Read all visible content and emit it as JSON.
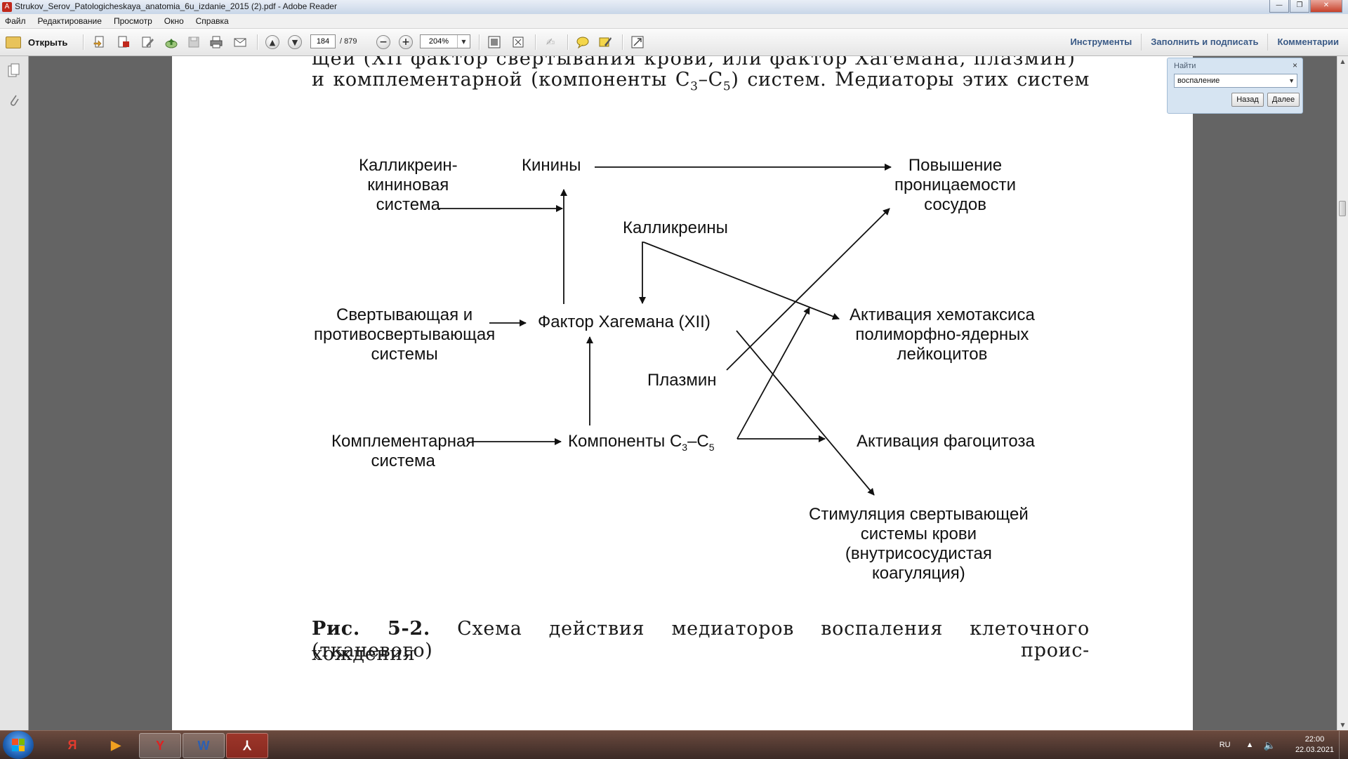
{
  "window": {
    "title": "Strukov_Serov_Patologicheskaya_anatomia_6u_izdanie_2015 (2).pdf - Adobe Reader",
    "minimize": "—",
    "maximize": "❐",
    "close": "✕"
  },
  "menu": [
    "Файл",
    "Редактирование",
    "Просмотр",
    "Окно",
    "Справка"
  ],
  "toolbar": {
    "open_label": "Открыть",
    "page_current": "184",
    "page_total": "/ 879",
    "zoom_value": "204%",
    "tools_label": "Инструменты",
    "fill_sign_label": "Заполнить и подписать",
    "comments_label": "Комментарии"
  },
  "find": {
    "label": "Найти",
    "value": "воспаление",
    "back_label": "Назад",
    "next_label": "Далее",
    "close": "×"
  },
  "document": {
    "line1": "щей (XII фактор свертывания крови, или фактор Хагемана, плазмин)",
    "line2_a": "и комплементарной (компоненты С",
    "line2_sub1": "3",
    "line2_b": "–С",
    "line2_sub2": "5",
    "line2_c": ") систем. Медиаторы этих систем",
    "caption_bold": "Рис. 5-2.",
    "caption_text": " Схема действия медиаторов воспаления клеточного (тканевого) проис-",
    "caption_text2": "хождения"
  },
  "diagram": {
    "kallikrein_system": [
      "Калликреин-",
      "кининовая",
      "система"
    ],
    "kinins": "Кинины",
    "permeability": [
      "Повышение",
      "проницаемости",
      "сосудов"
    ],
    "kallikreins": "Калликреины",
    "coag_system": [
      "Свертывающая и",
      "противосвертывающая",
      "системы"
    ],
    "hageman": "Фактор Хагемана (XII)",
    "chemotaxis": [
      "Активация хемотаксиса",
      "полиморфно-ядерных",
      "лейкоцитов"
    ],
    "plasmin": "Плазмин",
    "complement_system": [
      "Комплементарная",
      "система"
    ],
    "components_a": "Компоненты С",
    "components_sub1": "3",
    "components_b": "–С",
    "components_sub2": "5",
    "phagocytosis": "Активация фагоцитоза",
    "stimulation": [
      "Стимуляция свертывающей",
      "системы крови",
      "(внутрисосудистая",
      "коагуляция)"
    ]
  },
  "taskbar": {
    "apps": [
      {
        "name": "yandex-browser",
        "glyph": "Я",
        "color": "#e23b2e"
      },
      {
        "name": "media-player",
        "glyph": "▶",
        "color": "#f0a020"
      },
      {
        "name": "yandex",
        "glyph": "Y",
        "color": "#e02020"
      },
      {
        "name": "word",
        "glyph": "W",
        "color": "#2b5fb3"
      },
      {
        "name": "adobe-reader",
        "glyph": "⅄",
        "color": "#c0281c"
      }
    ],
    "lang": "RU",
    "time": "22:00",
    "date": "22.03.2021"
  }
}
